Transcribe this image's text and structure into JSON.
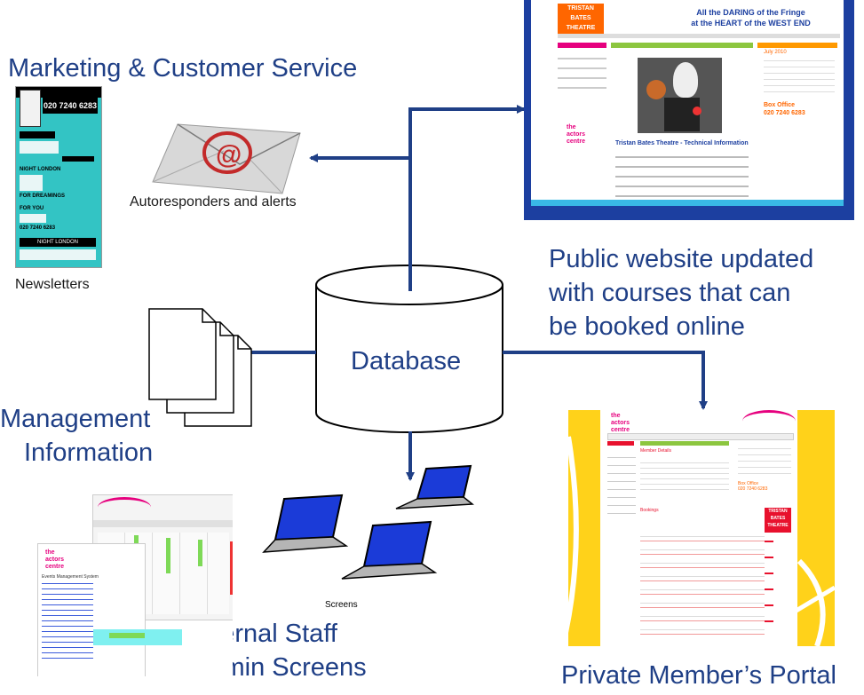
{
  "labels": {
    "marketing": "Marketing & Customer Service",
    "autoresponders": "Autoresponders and alerts",
    "newsletters": "Newsletters",
    "public_website": [
      "Public website updated",
      "with courses that can",
      "be booked online"
    ],
    "database": "Database",
    "management": [
      "Management",
      "Information"
    ],
    "screens": "Screens",
    "internal": [
      "Internal Staff",
      "Admin Screens"
    ],
    "portal": "Private Member’s Portal"
  },
  "website_thumb": {
    "logo": [
      "TRISTAN",
      "BATES",
      "THEATRE"
    ],
    "tagline": [
      "All the DARING of the Fringe",
      "at the HEART of the WEST END"
    ],
    "box_office": [
      "Box Office",
      "020 7240 6283"
    ],
    "section_title": "Tristan Bates Theatre - Technical Information",
    "centre_logo": [
      "the",
      "actors",
      "centre"
    ],
    "month": "July 2010",
    "colors": {
      "blue": "#1c3fa0",
      "orange": "#ff6600",
      "green": "#8cc63f",
      "magenta": "#e6007e"
    }
  },
  "newsletter_thumb": {
    "phone": "020 7240 6283",
    "lines": [
      "NIGHT LONDON",
      "FOR DREAMINGS",
      "FOR YOU",
      "NIGHT LONDON"
    ],
    "phone_bottom": "020 7240 6283",
    "colors": {
      "teal": "#33c4c4",
      "dark": "#000000"
    }
  },
  "portal_thumb": {
    "centre_logo": [
      "the",
      "actors",
      "centre"
    ],
    "section_headings": [
      "Member Details",
      "Bookings"
    ],
    "box_office": [
      "Box Office",
      "020 7240 6283"
    ],
    "logo": [
      "TRISTAN",
      "BATES",
      "THEATRE"
    ],
    "colors": {
      "yellow": "#ffd21a",
      "red": "#e8112d",
      "green": "#8cc63f"
    }
  },
  "admin_thumb": {
    "centre_logo": [
      "the",
      "actors",
      "centre"
    ],
    "title": "Events Management System",
    "colors": {
      "green": "#7ed957",
      "red": "#e33",
      "blue": "#3b5bdb",
      "cyan": "#7ff0f0"
    }
  },
  "colors": {
    "arrow": "#1f3f86",
    "label": "#1f3f86",
    "laptop_screen": "#1b3bd8"
  }
}
